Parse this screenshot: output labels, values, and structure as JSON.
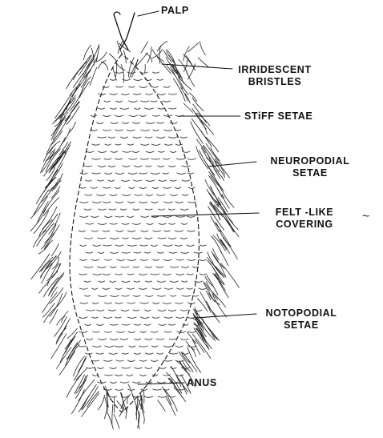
{
  "labels": {
    "palp": "PALP",
    "irridescent_bristles": {
      "line1": "IRRIDESCENT",
      "line2": "BRISTLES"
    },
    "stiff_setae": "STiFF SETAE",
    "neuropodial_setae": {
      "line1": "NEUROPODIAL",
      "line2": "SETAE"
    },
    "felt_like_covering": {
      "line1": "FELT -LIKE",
      "line2": "COVERING"
    },
    "notopodial_setae": {
      "line1": "NOTOPODIAL",
      "line2": "SETAE"
    },
    "anus": "ANUS"
  },
  "stray_mark": "~",
  "colors": {
    "ink": "#111111",
    "paper": "#ffffff"
  }
}
